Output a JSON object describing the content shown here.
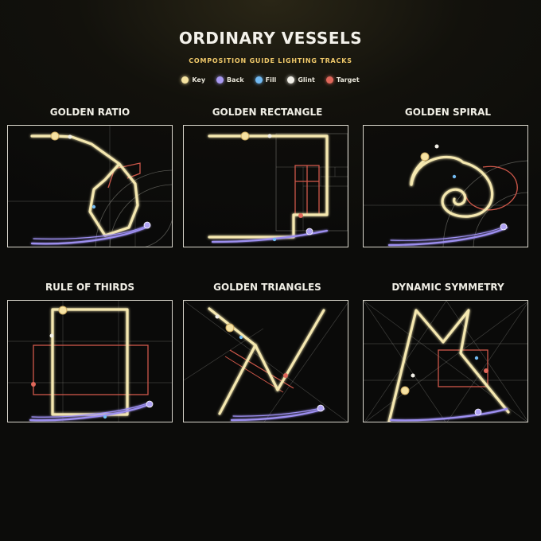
{
  "header": {
    "title": "ORDINARY VESSELS",
    "subtitle": "COMPOSITION GUIDE LIGHTING TRACKS"
  },
  "legend": [
    {
      "label": "Key",
      "color": "#f5e3a0"
    },
    {
      "label": "Back",
      "color": "#a99af2"
    },
    {
      "label": "Fill",
      "color": "#72baf2"
    },
    {
      "label": "Glint",
      "color": "#f2f0e8"
    },
    {
      "label": "Target",
      "color": "#e0675a"
    }
  ],
  "panels": [
    {
      "title": "GOLDEN RATIO"
    },
    {
      "title": "GOLDEN RECTANGLE"
    },
    {
      "title": "GOLDEN SPIRAL"
    },
    {
      "title": "RULE OF THIRDS"
    },
    {
      "title": "GOLDEN TRIANGLES"
    },
    {
      "title": "DYNAMIC SYMMETRY"
    }
  ]
}
